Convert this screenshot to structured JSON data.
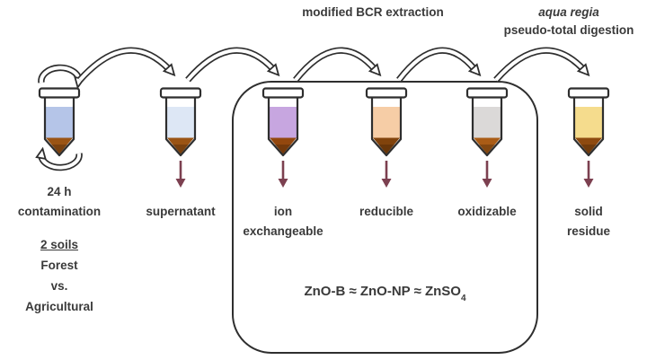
{
  "header": {
    "bcr_label": "modified BCR extraction",
    "aqua_regia_line1": "aqua regia",
    "aqua_regia_line2": "pseudo-total digestion"
  },
  "left_notes": {
    "soils_title": "2 soils",
    "soil_a": "Forest",
    "versus": "vs.",
    "soil_b": "Agricultural"
  },
  "steps": [
    {
      "label_line1": "24 h",
      "label_line2": "contamination",
      "liquid_color": "#b5c5e8",
      "sediment_color": "#9a5414"
    },
    {
      "label_line1": "supernatant",
      "label_line2": "",
      "liquid_color": "#dde7f5",
      "sediment_color": "#9a5414"
    },
    {
      "label_line1": "ion",
      "label_line2": "exchangeable",
      "liquid_color": "#c7a6e0",
      "sediment_color": "#93470e"
    },
    {
      "label_line1": "reducible",
      "label_line2": "",
      "liquid_color": "#f6cda6",
      "sediment_color": "#81430c"
    },
    {
      "label_line1": "oxidizable",
      "label_line2": "",
      "liquid_color": "#dbd9d8",
      "sediment_color": "#aa5c16"
    },
    {
      "label_line1": "solid",
      "label_line2": "residue",
      "liquid_color": "#f5dc8d",
      "sediment_color": "#8e4a10"
    }
  ],
  "box_formula": {
    "text": "ZnO-B ≈ ZnO-NP ≈ ZnSO",
    "subscript": "4"
  },
  "colors": {
    "ink": "#2e2e2e",
    "transfer-red": "#7c4050",
    "text": "#3a3a3a"
  }
}
